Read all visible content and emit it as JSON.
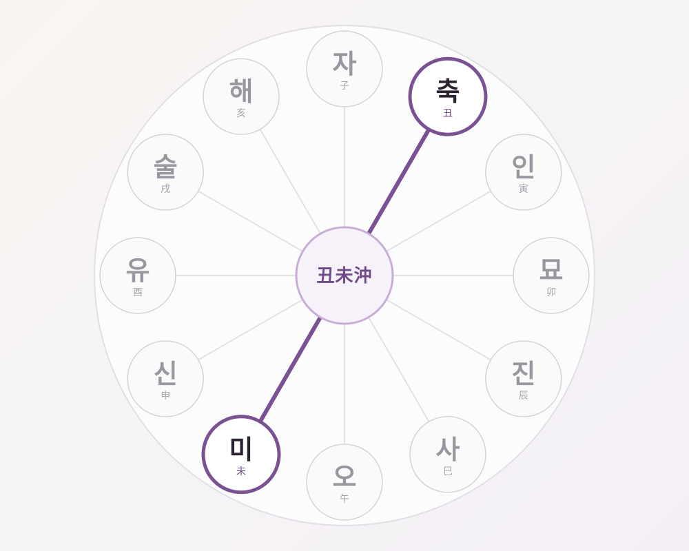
{
  "center": {
    "label": "丑未沖"
  },
  "colors": {
    "accent": "#7a5293",
    "center_fill": "#f7f1fa",
    "center_stroke": "#c7aed6",
    "spoke": "#e3e0e6",
    "node_stroke": "#d6d2d8",
    "inactive_text": "#9a96a0",
    "active_text": "#2b2330"
  },
  "branches": [
    {
      "id": "ja",
      "korean": "자",
      "hanja": "子",
      "active": false
    },
    {
      "id": "chuk",
      "korean": "축",
      "hanja": "丑",
      "active": true
    },
    {
      "id": "in",
      "korean": "인",
      "hanja": "寅",
      "active": false
    },
    {
      "id": "myo",
      "korean": "묘",
      "hanja": "卯",
      "active": false
    },
    {
      "id": "jin",
      "korean": "진",
      "hanja": "辰",
      "active": false
    },
    {
      "id": "sa",
      "korean": "사",
      "hanja": "巳",
      "active": false
    },
    {
      "id": "o",
      "korean": "오",
      "hanja": "午",
      "active": false
    },
    {
      "id": "mi",
      "korean": "미",
      "hanja": "未",
      "active": true
    },
    {
      "id": "sin",
      "korean": "신",
      "hanja": "申",
      "active": false
    },
    {
      "id": "yu",
      "korean": "유",
      "hanja": "酉",
      "active": false
    },
    {
      "id": "sul",
      "korean": "술",
      "hanja": "戌",
      "active": false
    },
    {
      "id": "hae",
      "korean": "해",
      "hanja": "亥",
      "active": false
    }
  ],
  "clash": {
    "from": "chuk",
    "to": "mi"
  }
}
